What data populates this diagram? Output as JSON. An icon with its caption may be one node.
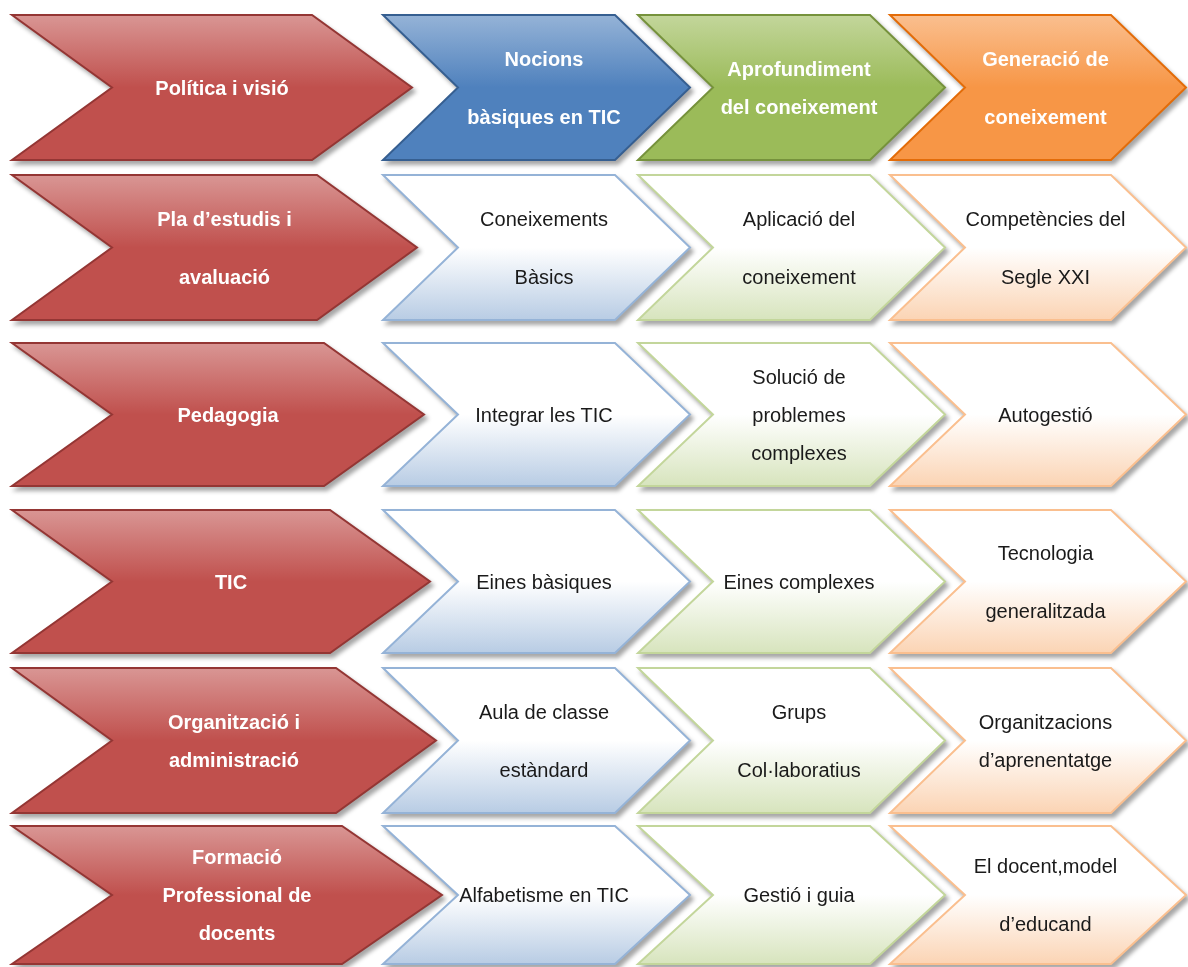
{
  "diagram": {
    "nodes": [
      {
        "text": [
          "Política i visió"
        ]
      },
      {
        "text": [
          "Nocions bàsiques en TIC"
        ]
      },
      {
        "text": [
          "Aprofundiment del coneixement"
        ]
      },
      {
        "text": [
          "Generació de coneixement"
        ]
      },
      {
        "text": [
          "Pla d’estudis i avaluació"
        ]
      },
      {
        "text": [
          "Coneixements Bàsics"
        ]
      },
      {
        "text": [
          "Aplicació del coneixement"
        ]
      },
      {
        "text": [
          "Competències del Segle XXI"
        ]
      },
      {
        "text": [
          "Pedagogia"
        ]
      },
      {
        "text": [
          "Integrar les TIC"
        ]
      },
      {
        "text": [
          "Solució de problemes complexes"
        ]
      },
      {
        "text": [
          "Autogestió"
        ]
      },
      {
        "text": [
          "TIC"
        ]
      },
      {
        "text": [
          "Eines bàsiques"
        ]
      },
      {
        "text": [
          "Eines complexes"
        ]
      },
      {
        "text": [
          "Tecnologia generalitzada"
        ]
      },
      {
        "text": [
          "Organització i administració"
        ]
      },
      {
        "text": [
          "Aula de classe estàndard"
        ]
      },
      {
        "text": [
          "Grups Col·laboratius"
        ]
      },
      {
        "text": [
          "Organitzacions d’aprenentatge"
        ]
      },
      {
        "text": [
          "Formació Professional de docents"
        ]
      },
      {
        "text": [
          "Alfabetisme en TIC"
        ]
      },
      {
        "text": [
          "Gestió i guia"
        ]
      },
      {
        "text": [
          "El docent,model d’educand"
        ]
      }
    ]
  }
}
